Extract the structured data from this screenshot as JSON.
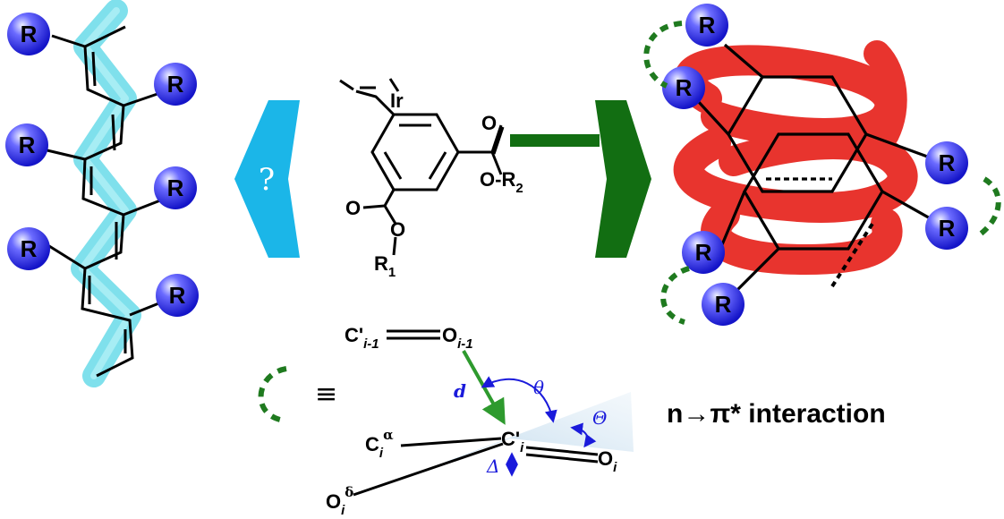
{
  "substituent": "R",
  "center_molecule": {
    "metal": "Ir",
    "carbonyl_O": "O",
    "ester_top": {
      "O": "O",
      "dash": "-",
      "R": "R",
      "R_sub": "2"
    },
    "ester_bottom": {
      "O": "O",
      "R": "R",
      "R_sub": "1"
    }
  },
  "unknown_mark": "?",
  "legend_equiv": "≡",
  "interaction_label": "n→π* interaction",
  "geometry_diagram": {
    "donor_C": "C'",
    "donor_C_sub": "i-1",
    "donor_O": "O",
    "donor_O_sub": "i-1",
    "acceptor_C": "C'",
    "acceptor_C_sub": "i",
    "acceptor_O": "O",
    "acceptor_O_sub": "i",
    "alpha_C": "C",
    "alpha_C_sub": "i",
    "alpha_sup": "α",
    "delta_O": "O",
    "delta_O_sub": "i",
    "delta_sup": "δ",
    "d": "d",
    "theta": "θ",
    "Theta": "Θ",
    "Delta": "Δ"
  },
  "colors": {
    "helix_cyan": "#7fe0ec",
    "helix_red": "#e8342e",
    "r_ball": "#2a2aee",
    "arrow_cyan": "#1bb6e8",
    "arrow_green": "#126e12",
    "dash_green": "#1f7a1f",
    "label_blue": "#1a1adb"
  }
}
